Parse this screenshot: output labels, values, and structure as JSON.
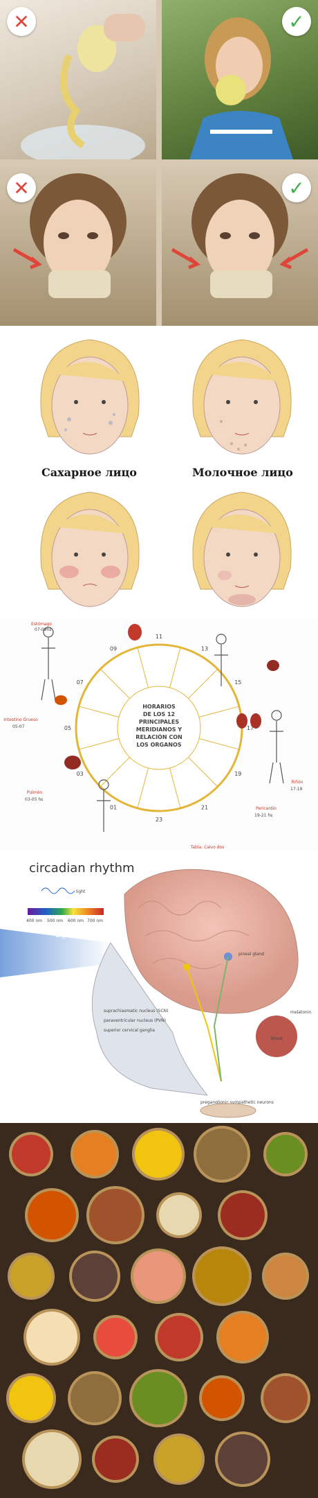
{
  "panel1": {
    "cells": [
      {
        "badge": "✕",
        "kind": "wrong"
      },
      {
        "badge": "✓",
        "kind": "right"
      },
      {
        "badge": "✕",
        "kind": "wrong"
      },
      {
        "badge": "✓",
        "kind": "right"
      }
    ]
  },
  "panel2": {
    "face_labels": [
      "Сахарное лицо",
      "Молочное лицо"
    ]
  },
  "panel3": {
    "center_title": [
      "HORARIOS",
      "DE LOS 12",
      "PRINCIPALES",
      "MERIDIANOS Y",
      "RELACIÓN CON",
      "LOS ORGANOS"
    ],
    "hours": [
      "11",
      "13",
      "15",
      "17",
      "19",
      "21",
      "23",
      "01",
      "03",
      "05",
      "07",
      "09"
    ],
    "side_labels": [
      {
        "text": "Estómago",
        "sub": "07-09hs"
      },
      {
        "text": "Intestino Grueso",
        "sub": "05-07"
      },
      {
        "text": "Pulmón",
        "sub": "03-05 hs"
      },
      {
        "text": "Riñón",
        "sub": "17-19"
      },
      {
        "text": "Pericardio",
        "sub": "19-21 hs"
      }
    ],
    "footer": "Tabla: Calvo dos"
  },
  "panel4": {
    "title": "circadian rhythm",
    "labels": [
      "light",
      "Light",
      "pineal gland",
      "suprachiasmatic nucleus (SCN)",
      "paraventricular nucleus (PVN)",
      "superior cervical ganglia",
      "preganglionic sympathetic neurons",
      "melatonin",
      "blood"
    ],
    "spectrum": [
      "400 nm",
      "500 nm",
      "600 nm",
      "700 nm"
    ]
  },
  "colors": {
    "wrong": "#e0453a",
    "right": "#3fb14b",
    "skin": "#f3d9c3",
    "hair": "#f2d58a"
  }
}
